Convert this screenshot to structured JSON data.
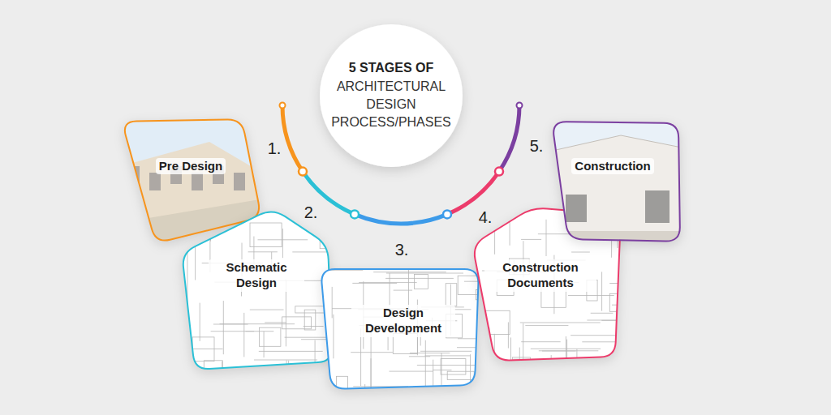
{
  "diagram": {
    "title": "5 STAGES OF ARCHITECTURAL DESIGN PROCESS/PHASES",
    "nodes": [
      {
        "text": [
          "Pre Design"
        ]
      },
      {
        "text": [
          "Schematic Design"
        ]
      },
      {
        "text": [
          "Design Development"
        ]
      },
      {
        "text": [
          "Construction Documents"
        ]
      },
      {
        "text": [
          "Construction"
        ]
      }
    ],
    "labels": [
      "1.",
      "2.",
      "3.",
      "4.",
      "5."
    ]
  }
}
